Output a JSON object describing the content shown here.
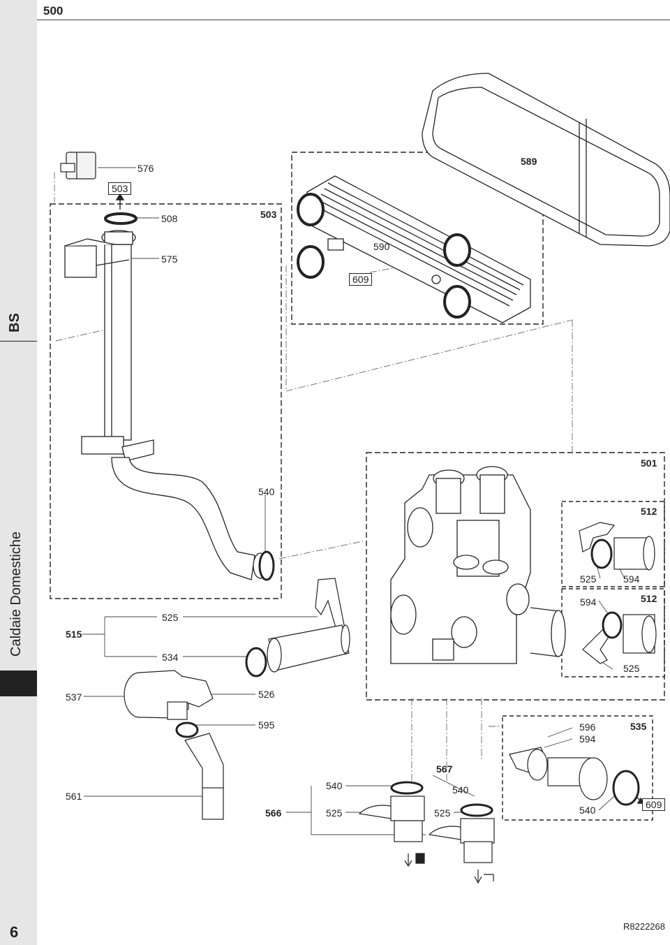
{
  "header": {
    "section_code": "500"
  },
  "sidebar": {
    "tag": "BS",
    "title": "Caldaie Domestiche"
  },
  "footer": {
    "page_number": "6",
    "document_code": "R8222268"
  },
  "parts": {
    "p576": "576",
    "p503_top": "503",
    "p508": "508",
    "p575": "575",
    "p503_group": "503",
    "p589": "589",
    "p590": "590",
    "p609_top": "609",
    "p501": "501",
    "p540_a": "540",
    "p512_a": "512",
    "p525_a": "525",
    "p594_a": "594",
    "p594_b": "594",
    "p512_b": "512",
    "p525_b": "525",
    "p515": "515",
    "p525_c": "525",
    "p534": "534",
    "p537": "537",
    "p526": "526",
    "p595": "595",
    "p596": "596",
    "p594_c": "594",
    "p535": "535",
    "p567": "567",
    "p540_b": "540",
    "p540_c": "540",
    "p540_d": "540",
    "p609_bottom": "609",
    "p561": "561",
    "p566": "566",
    "p525_d": "525",
    "p525_e": "525"
  }
}
